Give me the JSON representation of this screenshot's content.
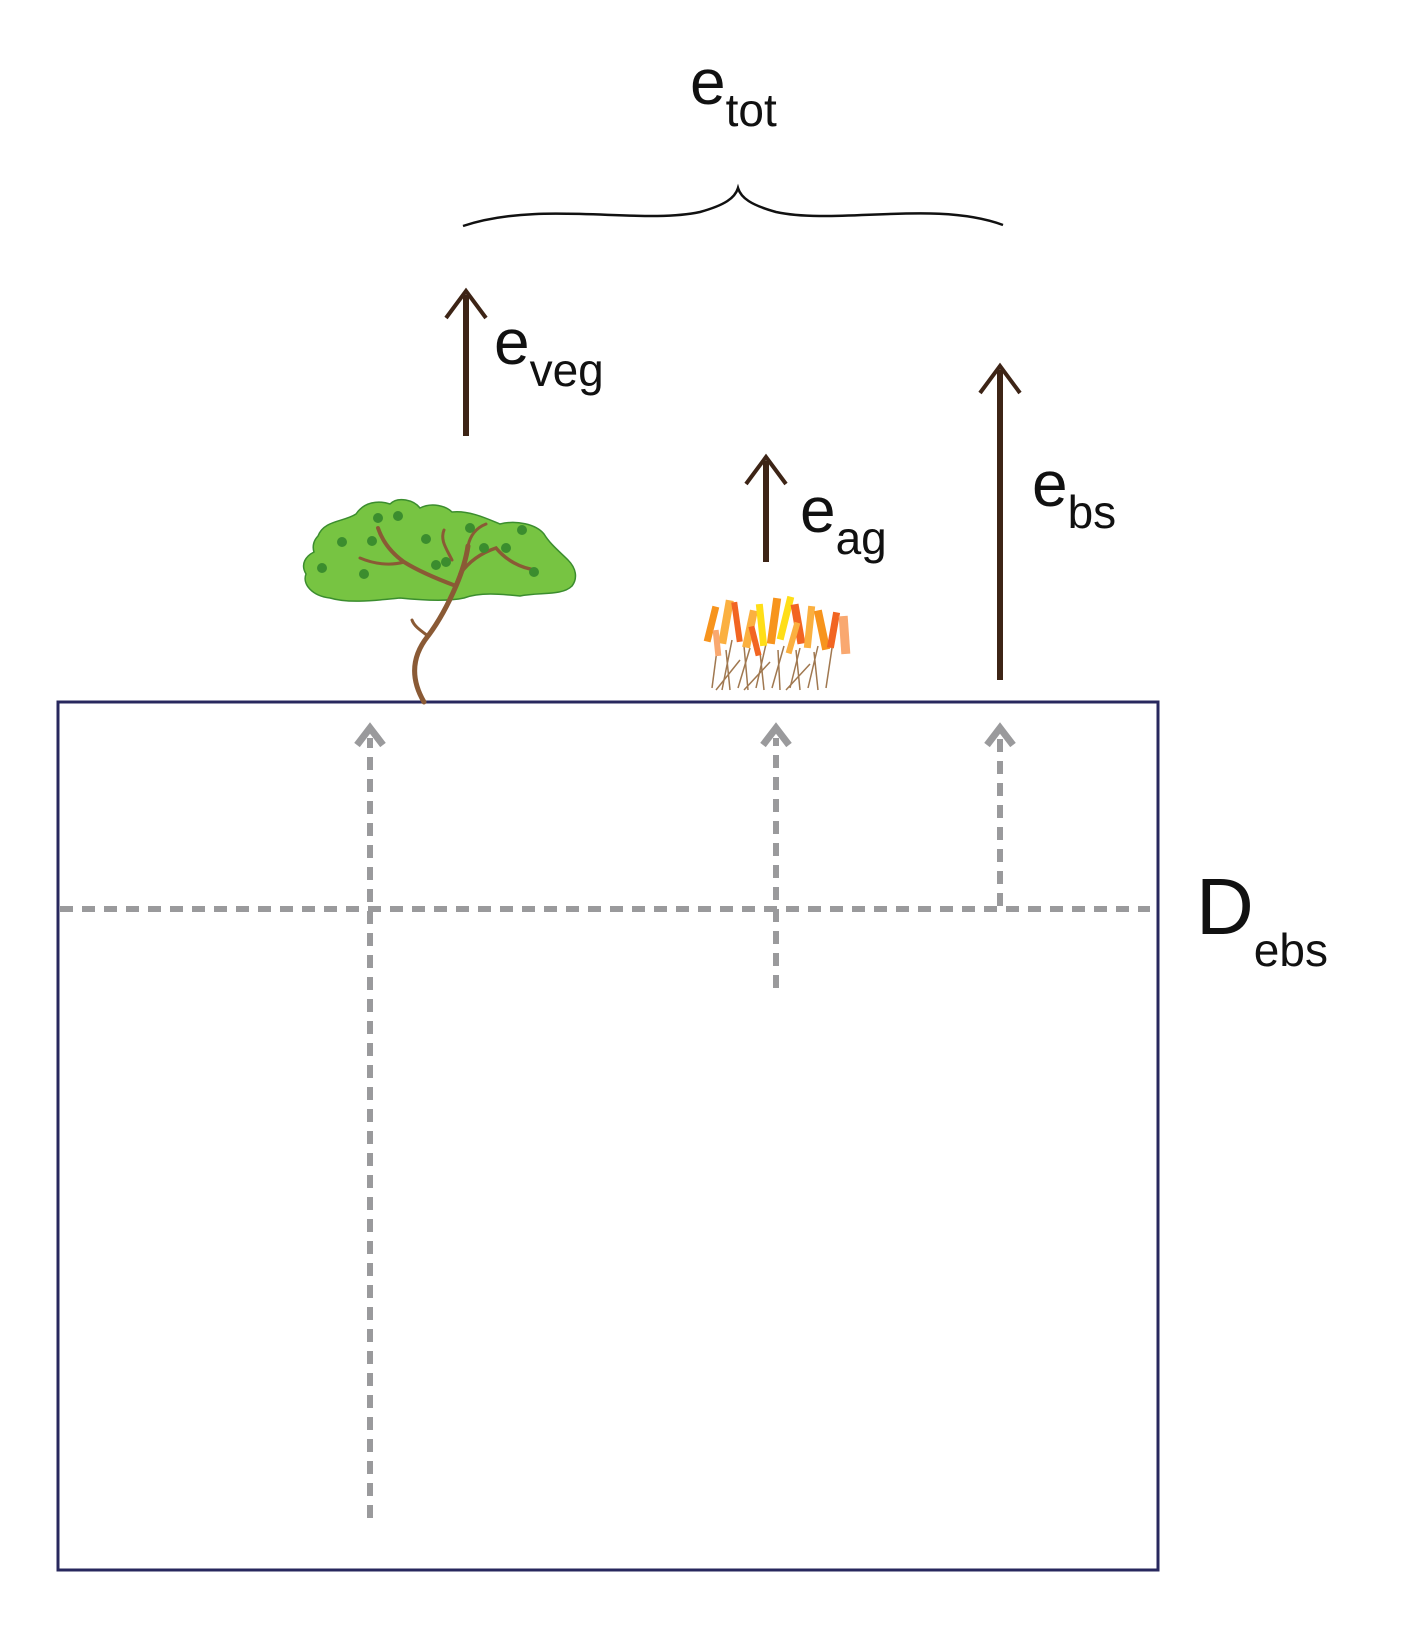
{
  "labels": {
    "total": {
      "base": "e",
      "sub": "tot"
    },
    "vegetation": {
      "base": "e",
      "sub": "veg"
    },
    "agriculture": {
      "base": "e",
      "sub": "ag"
    },
    "bare_soil": {
      "base": "e",
      "sub": "bs"
    },
    "depth": {
      "base": "D",
      "sub": "ebs"
    }
  },
  "icons": {
    "tree": "tree-icon",
    "crop": "grass-crop-icon"
  },
  "colors": {
    "arrow": "#3d2416",
    "soil_border": "#28285e",
    "dashed": "#9a9a9c",
    "foliage": "#77c442",
    "foliage_dark": "#3b8d2e",
    "trunk": "#8a5a35",
    "crop": [
      "#f7941d",
      "#fbb040",
      "#ffde17",
      "#f9a870",
      "#f26522"
    ]
  }
}
